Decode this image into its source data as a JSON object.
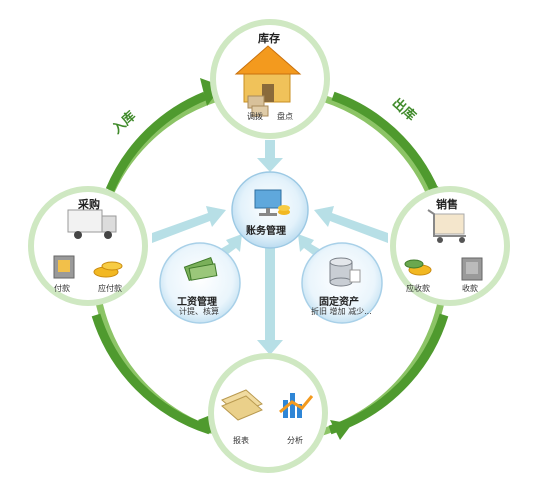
{
  "flow_labels": {
    "inbound": "入库",
    "outbound": "出库"
  },
  "nodes": {
    "inventory": {
      "title": "库存",
      "items": [
        "调拨",
        "盘点"
      ]
    },
    "purchase": {
      "title": "采购",
      "items": [
        "付款",
        "应付款"
      ]
    },
    "sales": {
      "title": "销售",
      "items": [
        "应收款",
        "收款"
      ]
    },
    "accounting": {
      "title": "账务管理"
    },
    "payroll": {
      "title": "工资管理",
      "subtitle": "计提、核算"
    },
    "assets": {
      "title": "固定资产",
      "subtitle": "折旧 增加 减少..."
    },
    "reports": {
      "items": [
        "报表",
        "分析"
      ]
    }
  },
  "colors": {
    "ring": "#62a83a",
    "ring_light": "#9ccf7a",
    "connector": "#b7dfe6",
    "node_border": "#cfe8c2",
    "center_fill": "#d7ecf8"
  }
}
